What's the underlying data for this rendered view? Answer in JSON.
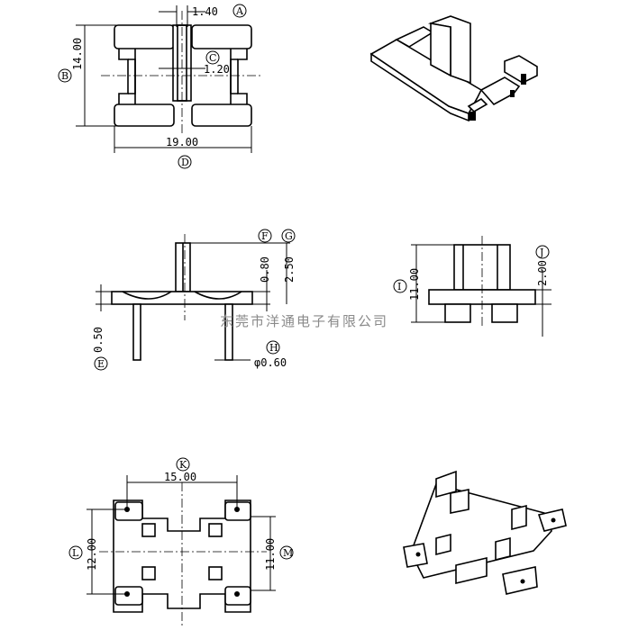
{
  "dimensions": {
    "a": "1.40",
    "b": "14.00",
    "c": "1.20",
    "d": "19.00",
    "e": "0.50",
    "f": "0.80",
    "g": "2.50",
    "h": "φ0.60",
    "i": "11.00",
    "j": "2.00",
    "k": "15.00",
    "l": "12.00",
    "m": "11.00"
  },
  "letters": {
    "a": "A",
    "b": "B",
    "c": "C",
    "d": "D",
    "e": "E",
    "f": "F",
    "g": "G",
    "h": "H",
    "i": "I",
    "j": "J",
    "k": "K",
    "l": "L",
    "m": "M"
  },
  "watermark": "东莞市洋通电子有限公司"
}
